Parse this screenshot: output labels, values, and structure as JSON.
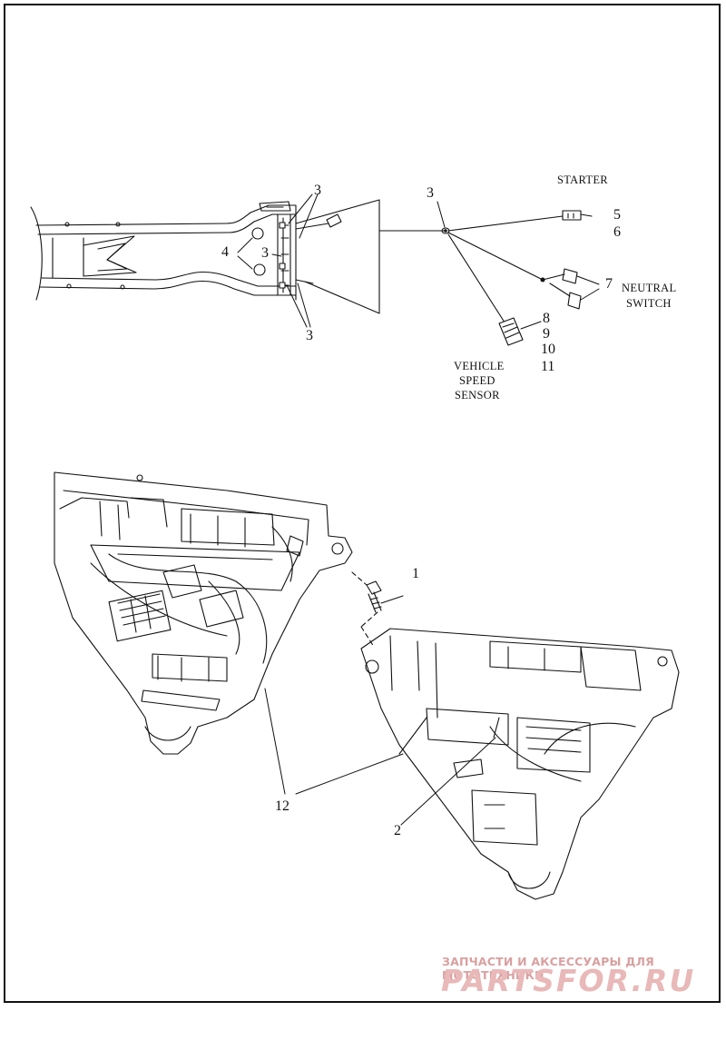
{
  "callouts": {
    "c1": "1",
    "c2": "2",
    "c3_top": "3",
    "c3_mid": "3",
    "c3_bottom": "3",
    "c3_harness": "3",
    "c4": "4",
    "c5": "5",
    "c6": "6",
    "c7": "7",
    "c8": "8",
    "c9": "9",
    "c10": "10",
    "c11": "11",
    "c12": "12"
  },
  "captions": {
    "starter": "STARTER",
    "neutral_line1": "NEUTRAL",
    "neutral_line2": "SWITCH",
    "vss_line1": "VEHICLE",
    "vss_line2": "SPEED",
    "vss_line3": "SENSOR"
  },
  "watermark": {
    "tagline": "ЗАПЧАСТИ И АКСЕССУАРЫ ДЛЯ МОТОТЕХНИКИ",
    "brand": "PARTSFOR.RU"
  },
  "colors": {
    "line": "#111111",
    "watermark": "#e0a8a8"
  }
}
